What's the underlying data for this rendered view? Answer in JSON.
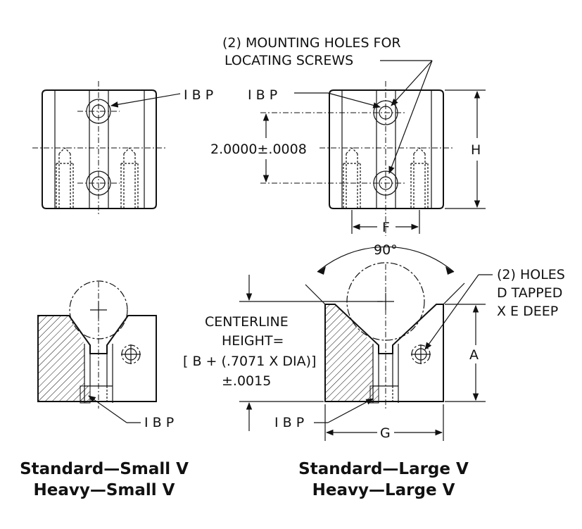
{
  "labels": {
    "ibp_top_left": "I B P",
    "ibp_top_right": "I B P",
    "mounting_line1": "(2) MOUNTING HOLES FOR",
    "mounting_line2": "LOCATING SCREWS",
    "dim_spacing": "2.0000±.0008",
    "dim_h": "H",
    "dim_f": "F",
    "angle": "90°",
    "holes_line1": "(2) HOLES",
    "holes_line2": "D TAPPED",
    "holes_line3": "X E DEEP",
    "cl_line1": "CENTERLINE",
    "cl_line2": "HEIGHT=",
    "cl_line3": "[ B + (.7071 X DIA)]",
    "cl_line4": "±.0015",
    "dim_a": "A",
    "dim_g": "G",
    "ibp_bottom_left": "I B P",
    "ibp_bottom_right": "I B P"
  },
  "captions": {
    "left_line1": "Standard—Small V",
    "left_line2": "Heavy—Small V",
    "right_line1": "Standard—Large V",
    "right_line2": "Heavy—Large V"
  }
}
